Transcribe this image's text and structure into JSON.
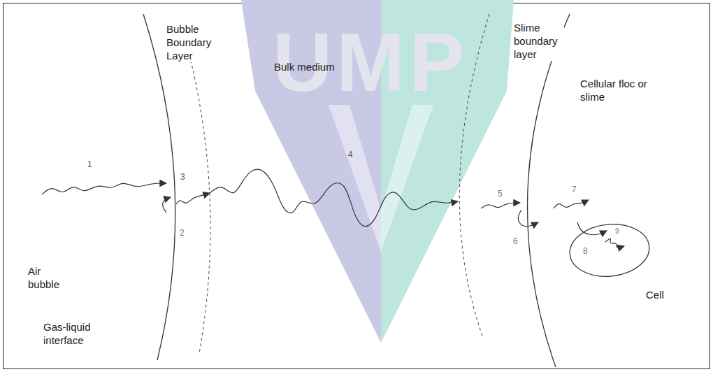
{
  "diagram": {
    "nodes": [
      {
        "text": [
          "Cell"
        ]
      }
    ],
    "labels": [
      "UMP",
      "Bubble Boundary Layer",
      "Bulk medium",
      "Slime boundary layer",
      "Cellular floc or slime",
      "1",
      "3",
      "4",
      "5",
      "7",
      "9",
      "2",
      "6",
      "8",
      "Air bubble",
      "Gas-liquid interface"
    ]
  }
}
